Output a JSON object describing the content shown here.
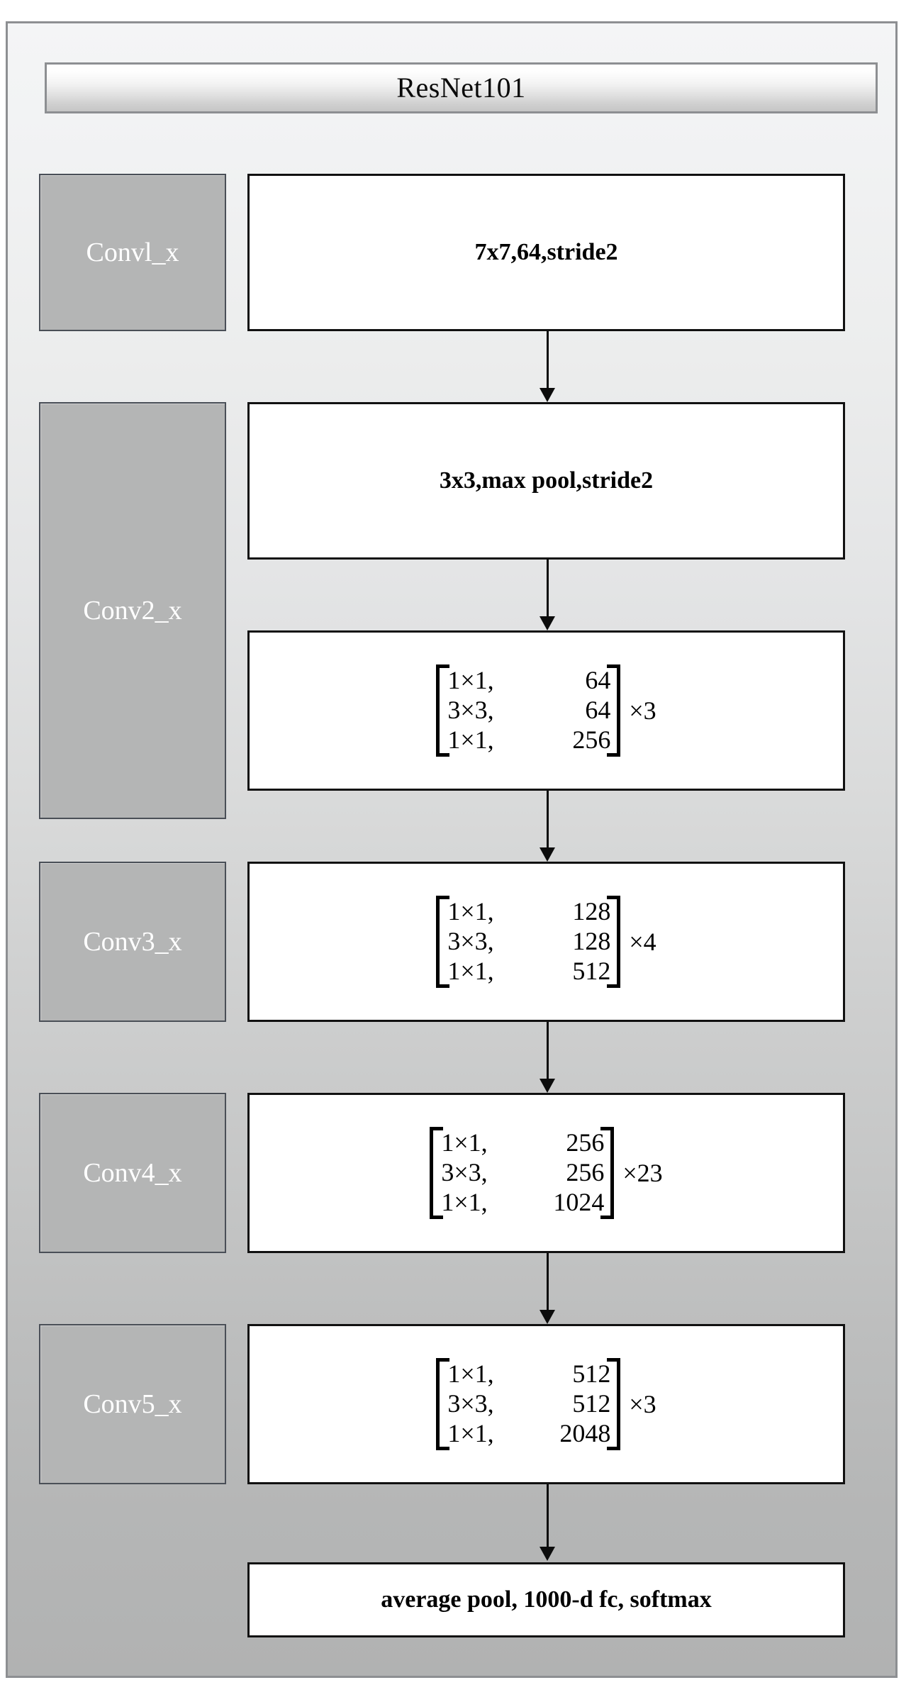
{
  "diagram": {
    "title": "ResNet101",
    "stages": [
      {
        "id": "conv1",
        "label": "Convl_x"
      },
      {
        "id": "conv2",
        "label": "Conv2_x"
      },
      {
        "id": "conv3",
        "label": "Conv3_x"
      },
      {
        "id": "conv4",
        "label": "Conv4_x"
      },
      {
        "id": "conv5",
        "label": "Conv5_x"
      }
    ],
    "ops": {
      "conv1": "7x7,64,stride2",
      "maxpool": "3x3,max pool,stride2",
      "classifier": "average pool, 1000-d fc, softmax"
    },
    "blocks": [
      {
        "id": "block2",
        "rows": [
          {
            "kernel": "1×1,",
            "channels": "64"
          },
          {
            "kernel": "3×3,",
            "channels": "64"
          },
          {
            "kernel": "1×1,",
            "channels": "256"
          }
        ],
        "repeat": "×3"
      },
      {
        "id": "block3",
        "rows": [
          {
            "kernel": "1×1,",
            "channels": "128"
          },
          {
            "kernel": "3×3,",
            "channels": "128"
          },
          {
            "kernel": "1×1,",
            "channels": "512"
          }
        ],
        "repeat": "×4"
      },
      {
        "id": "block4",
        "rows": [
          {
            "kernel": "1×1,",
            "channels": "256"
          },
          {
            "kernel": "3×3,",
            "channels": "256"
          },
          {
            "kernel": "1×1,",
            "channels": "1024"
          }
        ],
        "repeat": "×23"
      },
      {
        "id": "block5",
        "rows": [
          {
            "kernel": "1×1,",
            "channels": "512"
          },
          {
            "kernel": "3×3,",
            "channels": "512"
          },
          {
            "kernel": "1×1,",
            "channels": "2048"
          }
        ],
        "repeat": "×3"
      }
    ],
    "colors": {
      "stage_fill": "#b4b5b5",
      "stage_text": "#ffffff",
      "op_fill": "#ffffff",
      "op_border": "#111111",
      "frame_border": "#8d8f92",
      "arrow": "#0c0c0c"
    }
  }
}
